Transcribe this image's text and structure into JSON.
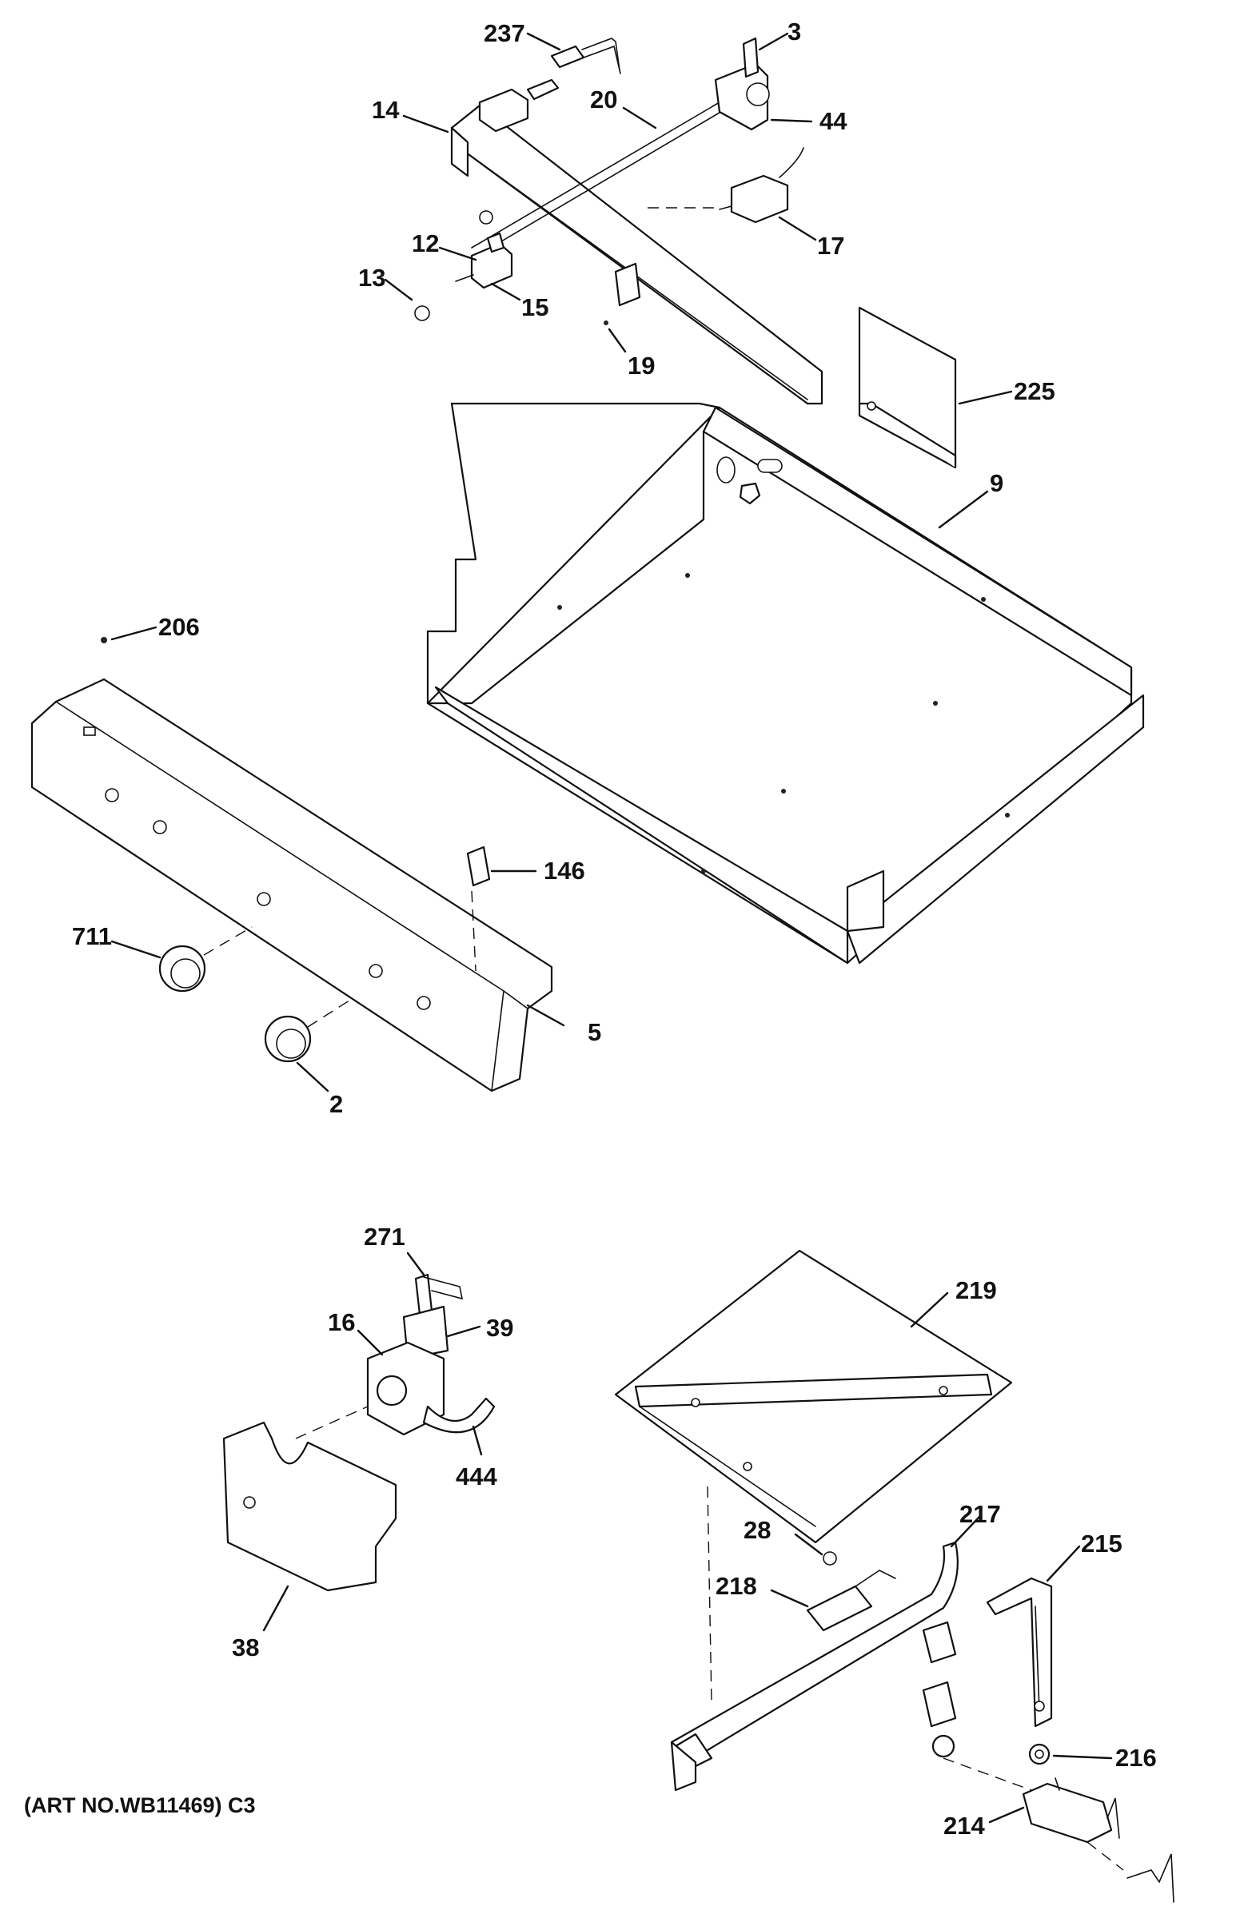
{
  "callouts": [
    {
      "id": "237",
      "label": "237"
    },
    {
      "id": "3",
      "label": "3"
    },
    {
      "id": "14",
      "label": "14"
    },
    {
      "id": "20",
      "label": "20"
    },
    {
      "id": "44",
      "label": "44"
    },
    {
      "id": "17",
      "label": "17"
    },
    {
      "id": "12",
      "label": "12"
    },
    {
      "id": "13",
      "label": "13"
    },
    {
      "id": "15",
      "label": "15"
    },
    {
      "id": "19",
      "label": "19"
    },
    {
      "id": "225",
      "label": "225"
    },
    {
      "id": "9",
      "label": "9"
    },
    {
      "id": "206",
      "label": "206"
    },
    {
      "id": "146",
      "label": "146"
    },
    {
      "id": "711",
      "label": "711"
    },
    {
      "id": "5",
      "label": "5"
    },
    {
      "id": "2",
      "label": "2"
    },
    {
      "id": "271",
      "label": "271"
    },
    {
      "id": "16",
      "label": "16"
    },
    {
      "id": "39",
      "label": "39"
    },
    {
      "id": "444",
      "label": "444"
    },
    {
      "id": "38",
      "label": "38"
    },
    {
      "id": "219",
      "label": "219"
    },
    {
      "id": "217",
      "label": "217"
    },
    {
      "id": "215",
      "label": "215"
    },
    {
      "id": "28",
      "label": "28"
    },
    {
      "id": "218",
      "label": "218"
    },
    {
      "id": "216",
      "label": "216"
    },
    {
      "id": "214",
      "label": "214"
    }
  ],
  "art_number": "(ART NO.WB11469) C3"
}
